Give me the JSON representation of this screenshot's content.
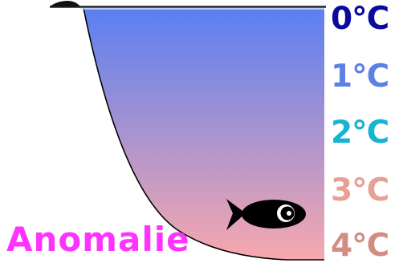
{
  "caption": {
    "text": "Anomalie",
    "color": "#ff33ff"
  },
  "temperature_scale": [
    {
      "label": "0°C",
      "color": "#0a0aa0"
    },
    {
      "label": "1°C",
      "color": "#5c80e6"
    },
    {
      "label": "2°C",
      "color": "#14b4d2"
    },
    {
      "label": "3°C",
      "color": "#e6a096"
    },
    {
      "label": "4°C",
      "color": "#d28c82"
    }
  ],
  "water": {
    "surface_color": "#5a7ff2",
    "bottom_color": "#f8a8ad"
  },
  "icons": [
    "ice-edge-icon",
    "fish-icon"
  ]
}
